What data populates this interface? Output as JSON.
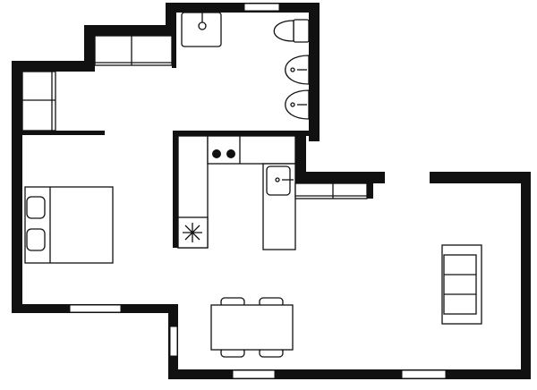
{
  "diagram": {
    "type": "floor-plan",
    "colors": {
      "wall": "#111111",
      "background": "#ffffff"
    },
    "rooms": [
      "bathroom",
      "bedroom",
      "kitchen",
      "living-dining"
    ],
    "fixtures": [
      "bathroom-sink",
      "toilet",
      "double-sinks",
      "wardrobes",
      "double-bed",
      "hob",
      "kitchen-sink",
      "dining-table",
      "four-chairs",
      "sofa",
      "windows"
    ]
  }
}
